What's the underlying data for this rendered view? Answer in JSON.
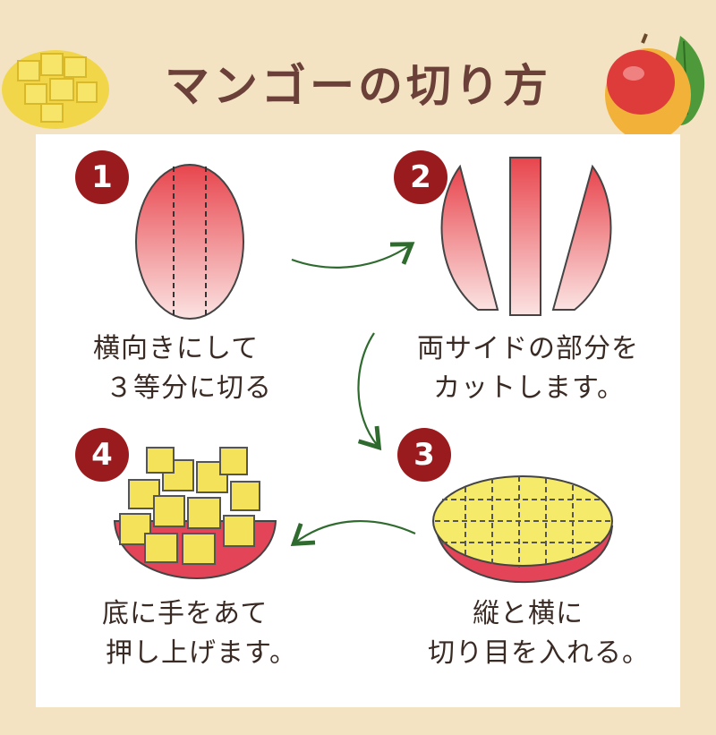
{
  "title": "マンゴーの切り方",
  "steps": [
    {
      "number": "1",
      "line1": "横向きにして",
      "line2": "３等分に切る"
    },
    {
      "number": "2",
      "line1": "両サイドの部分を",
      "line2": "カットします。"
    },
    {
      "number": "3",
      "line1": "縦と横に",
      "line2": "切り目を入れる。"
    },
    {
      "number": "4",
      "line1": "底に手をあて",
      "line2": "押し上げます。"
    }
  ]
}
